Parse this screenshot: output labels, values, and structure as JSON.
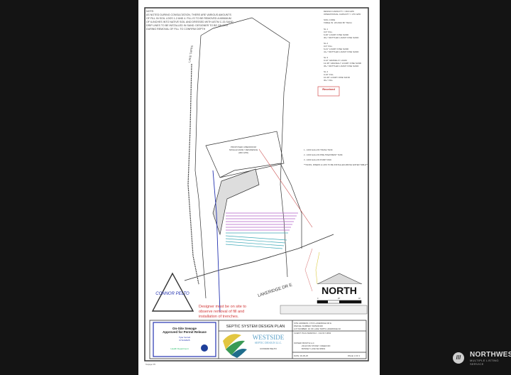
{
  "sheet": {
    "notes": [
      "NOTE:",
      "AS NOTED DURING CONSULTATION, THERE ARE VARIOUS AMOUNTS",
      "OF FILL IN SOIL LOGS 1-2 AND 4. FILL IS TO BE REMOVED A MINIMUM",
      "OF 6-INCHES INTO NATIVE SOIL AND DRESSED WITH ASTM C-33 SAND",
      "DRIP LINES TO BE INSTALLED IN SAND. DESIGNER TO BE ON SITE",
      "DURING REMOVAL OF FILL TO CONFIRM DEPTH"
    ],
    "design_flow": [
      "DESIGN CAPACITY = 360 GPD",
      "OPERATIONAL CAPACITY = 270 GPD"
    ],
    "soil_code": [
      "SOIL CODE",
      "TABLE IN: LB 2024 BY TECH"
    ],
    "soil_logs": [
      [
        "SL 1",
        "0-6\" FILL",
        "6-30\" LOAMY FINE SAND",
        "30+\" MOTTLED LOAMY FINE SAND"
      ],
      [
        "SL 2",
        "0-6\" FILL",
        "6-41\" LOAMY FINE SAND",
        "41+\" MOTTLED LOAMY FINE SAND"
      ],
      [
        "SL 3",
        "0-12\" GRAVELLY LOAM",
        "12-36\" GRAVELLY LOAMY FINE SAND",
        "36+\" MOTTLED LOAMY FINE SAND"
      ],
      [
        "SL 4",
        "0-10\" FILL",
        "10-30\" LOAMY FINE SAND",
        "30+\" FILL"
      ]
    ],
    "received_stamp": "Received",
    "lake_label": "LAKE TAPPS",
    "residence_label": [
      "PROPOSED 3-BEDROOM",
      "SINGLE FAMILY RESIDENCE",
      "(360 GPD)"
    ],
    "tank_legend": [
      "1 - 1000 GALLON TRASH TANK",
      "2 - 1000 GALLON PRE-TREATMENT TANK",
      "3 - 1000 GALLON PUMP TANK",
      "**TANKS, RISERS & LIDS TO BE INSTALLED ABOVE WATER TABLE**"
    ],
    "road_label": "LAKERIDGE DR E",
    "designer_note": [
      "Designer must be on site to",
      "observe removal of fill and",
      "installation of trenches."
    ],
    "north_label": "NORTH",
    "scale_ticks": [
      "0",
      "20'",
      "40'"
    ],
    "seal_name": "CONNOR PELTO"
  },
  "title_block": {
    "approval": {
      "line1": "On-Site Sewage",
      "line2": "Approved for Permit Release",
      "signer": "Tyler Sorrell",
      "date": "07/14/2025",
      "department": "Health Department"
    },
    "plan_title": "SEPTIC SYSTEM DESIGN PLAN",
    "company": {
      "name": "WESTSIDE",
      "subtitle": "SEPTIC DESIGN LLC.",
      "designer": "CONNOR PELTO"
    },
    "info": {
      "site_address": "SITE ADDRESS:   47XX LAKERIDGE DR E",
      "parcel": "PARCEL NUMBER:   5025200400",
      "lot": "LOT NUMBER:   40 OF LAKE TAPPS LAKERIDGE #2",
      "client": "CLIENT:   PAUL MARZOLF - 214-517-0062",
      "owner": [
        "OWNER:   BONITH LLC",
        "23110 NW STONEY CREEK RD",
        "BONNEY LAKE WA 98391"
      ],
      "date": "DATE:   06-05-25",
      "page": "PAGE 1 OF 3"
    },
    "footer": "Taxpayer PC"
  },
  "watermark": {
    "name": "NORTHWEST",
    "sub": "MULTIPLE LISTING SERVICE"
  },
  "colors": {
    "background": "#141414",
    "paper": "#ffffff",
    "drain_lines": "#b25fc9",
    "supply_lines": "#3fa9b8",
    "water_line": "#2433b0",
    "red_text": "#d23a3a"
  }
}
